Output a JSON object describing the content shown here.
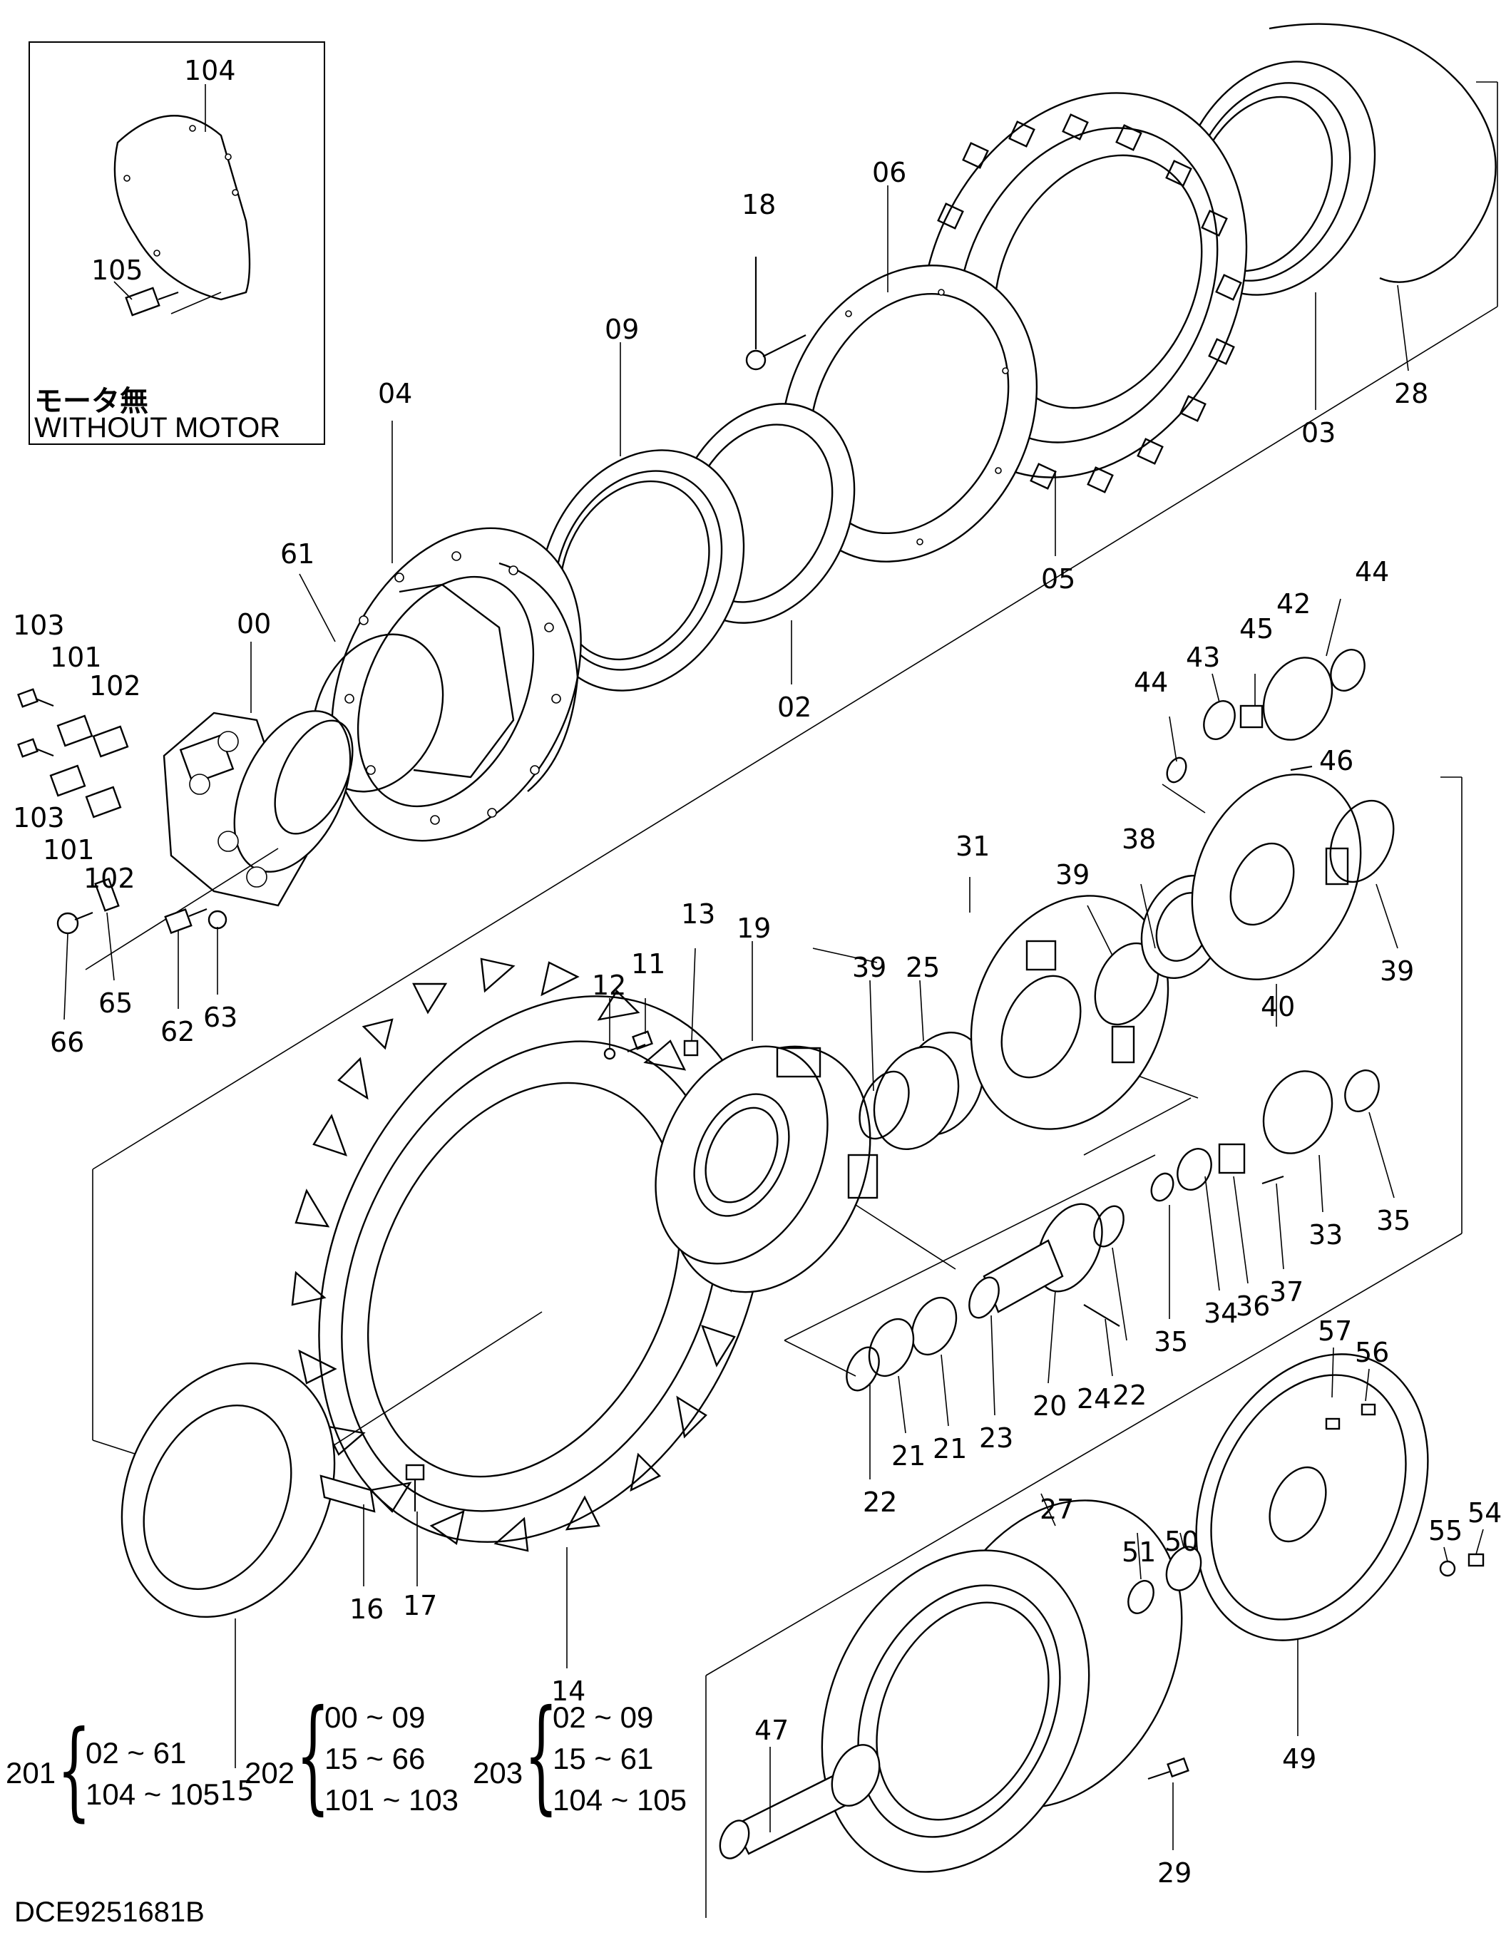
{
  "inset": {
    "title_jp": "モータ無",
    "title_en": "WITHOUT MOTOR"
  },
  "labels": [
    "104",
    "105",
    "18",
    "06",
    "09",
    "04",
    "61",
    "00",
    "103",
    "101",
    "102",
    "103",
    "101",
    "102",
    "02",
    "05",
    "03",
    "28",
    "44",
    "43",
    "45",
    "42",
    "44",
    "46",
    "31",
    "38",
    "39",
    "39",
    "40",
    "13",
    "11",
    "12",
    "19",
    "39",
    "25",
    "66",
    "65",
    "62",
    "63",
    "35",
    "33",
    "34",
    "36",
    "37",
    "35",
    "22",
    "20",
    "24",
    "22",
    "21",
    "21",
    "23",
    "22",
    "14",
    "15",
    "16",
    "17",
    "57",
    "56",
    "27",
    "51",
    "50",
    "54",
    "55",
    "49",
    "47",
    "29"
  ],
  "legend": [
    {
      "key": "201",
      "ranges": [
        "02 ~ 61",
        "104 ~ 105"
      ]
    },
    {
      "key": "202",
      "ranges": [
        "00 ~ 09",
        "15 ~ 66",
        "101 ~ 103"
      ]
    },
    {
      "key": "203",
      "ranges": [
        "02 ~ 09",
        "15 ~ 61",
        "104 ~ 105"
      ]
    }
  ],
  "reference_code": "DCE9251681B"
}
